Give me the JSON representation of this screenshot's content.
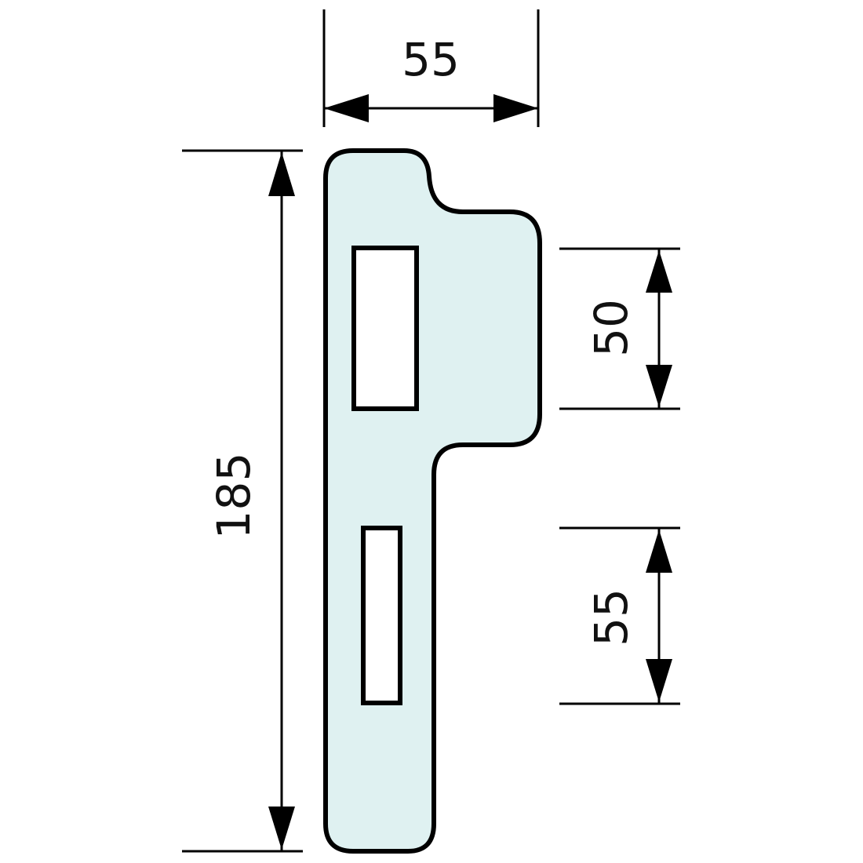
{
  "drawing": {
    "title": "Strike plate technical drawing",
    "plate_fill": "#dff1f1",
    "outline_color": "#000000",
    "background": "#ffffff",
    "dimensions": {
      "top_width": {
        "label": "55",
        "orientation": "horizontal"
      },
      "total_height": {
        "label": "185",
        "orientation": "vertical"
      },
      "upper_cutout_height": {
        "label": "50",
        "orientation": "vertical"
      },
      "lower_cutout_height": {
        "label": "55",
        "orientation": "vertical"
      }
    },
    "cutouts": [
      {
        "name": "upper-rectangular-cutout"
      },
      {
        "name": "lower-rectangular-cutout"
      }
    ]
  }
}
